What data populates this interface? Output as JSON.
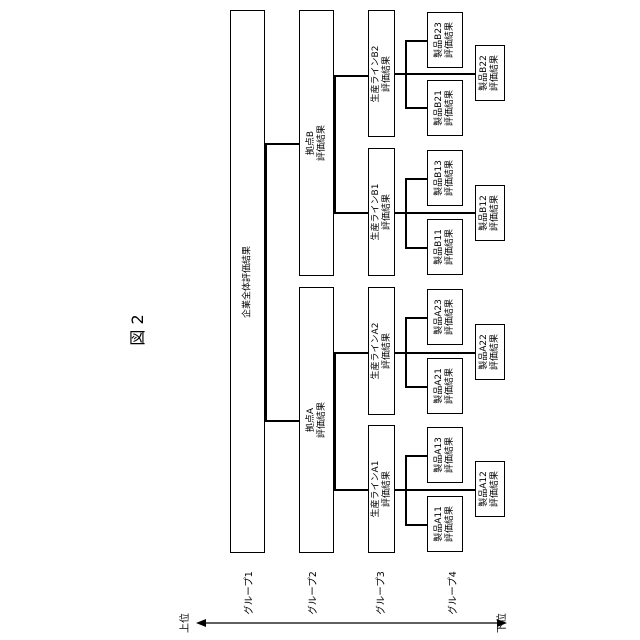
{
  "figure_title": "図 2",
  "levels": {
    "upper": "上位",
    "lower": "下位"
  },
  "groups": [
    "グループ1",
    "グループ2",
    "グループ3",
    "グループ4"
  ],
  "nodes": {
    "root": "企業全体評価結果",
    "siteA": [
      "拠点A",
      "評価結果"
    ],
    "siteB": [
      "拠点B",
      "評価結果"
    ],
    "lineA1": [
      "生産ラインA1",
      "評価結果"
    ],
    "lineA2": [
      "生産ラインA2",
      "評価結果"
    ],
    "lineB1": [
      "生産ラインB1",
      "評価結果"
    ],
    "lineB2": [
      "生産ラインB2",
      "評価結果"
    ],
    "prodA11": [
      "製品A11",
      "評価結果"
    ],
    "prodA12": [
      "製品A12",
      "評価結果"
    ],
    "prodA13": [
      "製品A13",
      "評価結果"
    ],
    "prodA21": [
      "製品A21",
      "評価結果"
    ],
    "prodA22": [
      "製品A22",
      "評価結果"
    ],
    "prodA23": [
      "製品A23",
      "評価結果"
    ],
    "prodB11": [
      "製品B11",
      "評価結果"
    ],
    "prodB12": [
      "製品B12",
      "評価結果"
    ],
    "prodB13": [
      "製品B13",
      "評価結果"
    ],
    "prodB21": [
      "製品B21",
      "評価結果"
    ],
    "prodB22": [
      "製品B22",
      "評価結果"
    ],
    "prodB23": [
      "製品B23",
      "評価結果"
    ]
  }
}
